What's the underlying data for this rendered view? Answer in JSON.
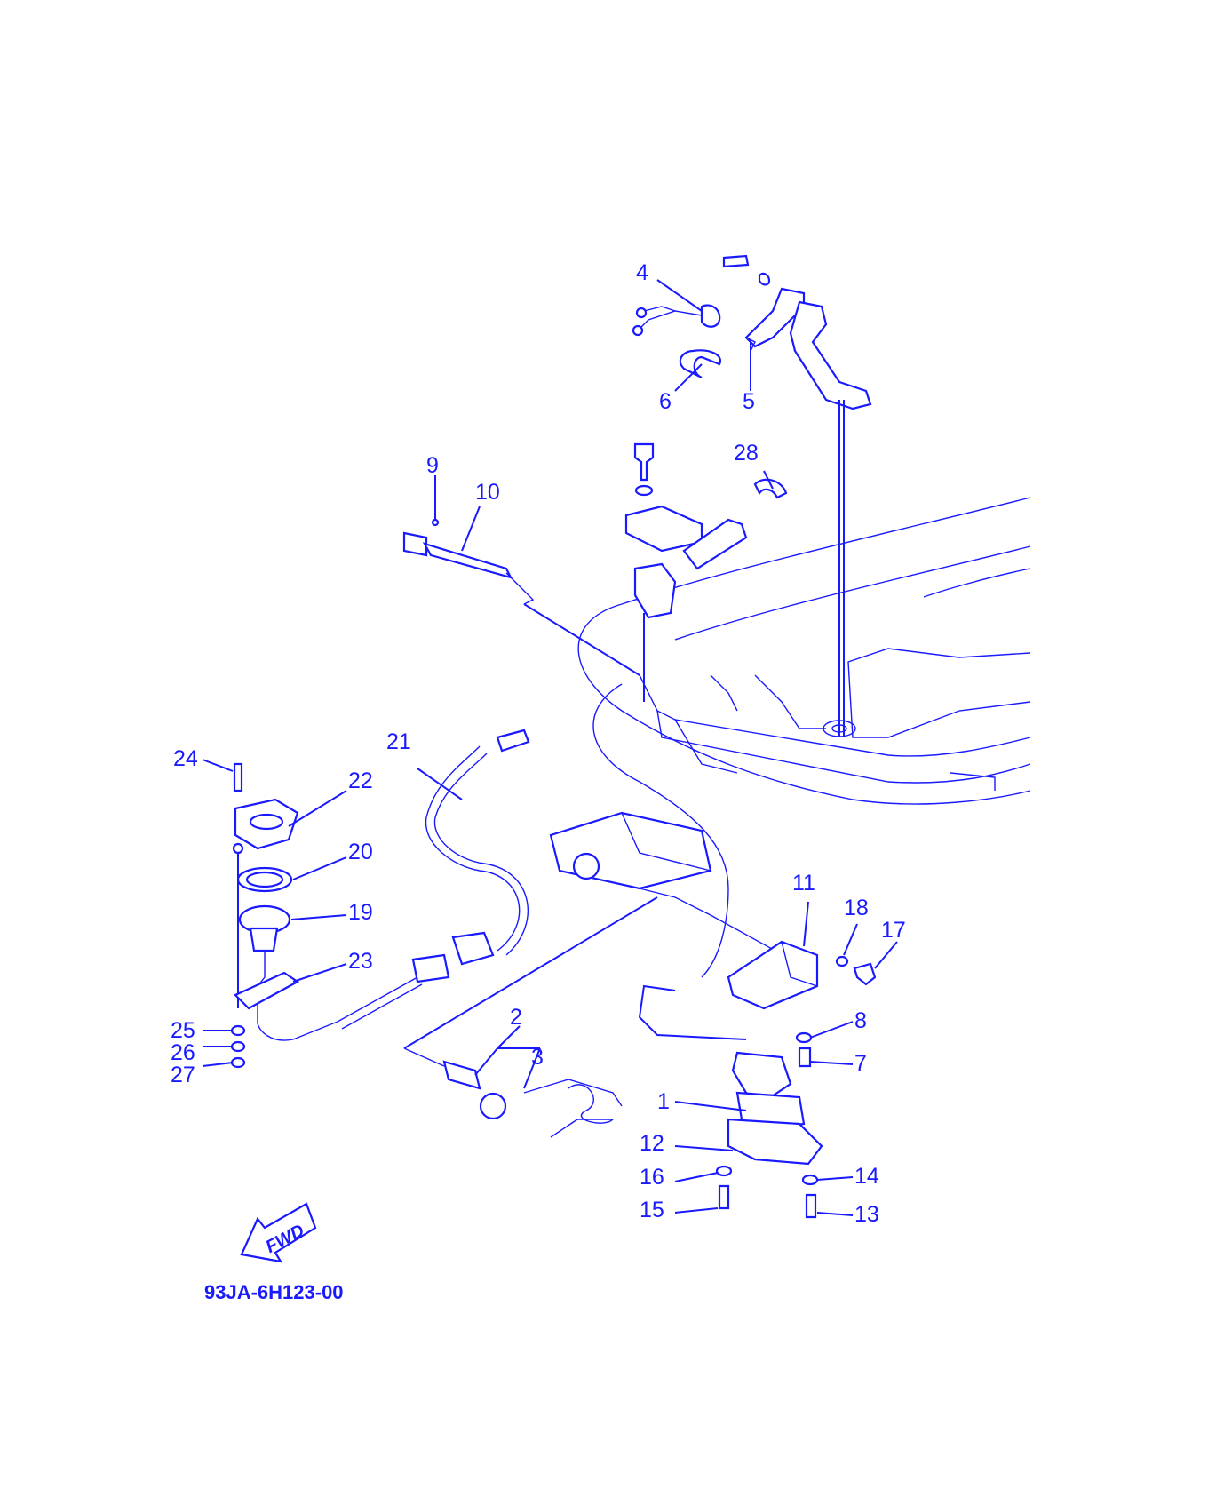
{
  "diagram": {
    "drawing_code": "93JA-6H123-00",
    "fwd_label": "FWD",
    "line_color": "#1a1aff",
    "background_color": "#ffffff",
    "callouts": [
      {
        "id": "1",
        "label": "1"
      },
      {
        "id": "2",
        "label": "2"
      },
      {
        "id": "3",
        "label": "3"
      },
      {
        "id": "4",
        "label": "4"
      },
      {
        "id": "5",
        "label": "5"
      },
      {
        "id": "6",
        "label": "6"
      },
      {
        "id": "7",
        "label": "7"
      },
      {
        "id": "8",
        "label": "8"
      },
      {
        "id": "9",
        "label": "9"
      },
      {
        "id": "10",
        "label": "10"
      },
      {
        "id": "11",
        "label": "11"
      },
      {
        "id": "12",
        "label": "12"
      },
      {
        "id": "13",
        "label": "13"
      },
      {
        "id": "14",
        "label": "14"
      },
      {
        "id": "15",
        "label": "15"
      },
      {
        "id": "16",
        "label": "16"
      },
      {
        "id": "17",
        "label": "17"
      },
      {
        "id": "18",
        "label": "18"
      },
      {
        "id": "19",
        "label": "19"
      },
      {
        "id": "20",
        "label": "20"
      },
      {
        "id": "21",
        "label": "21"
      },
      {
        "id": "22",
        "label": "22"
      },
      {
        "id": "23",
        "label": "23"
      },
      {
        "id": "24",
        "label": "24"
      },
      {
        "id": "25",
        "label": "25"
      },
      {
        "id": "26",
        "label": "26"
      },
      {
        "id": "27",
        "label": "27"
      },
      {
        "id": "28",
        "label": "28"
      }
    ]
  }
}
